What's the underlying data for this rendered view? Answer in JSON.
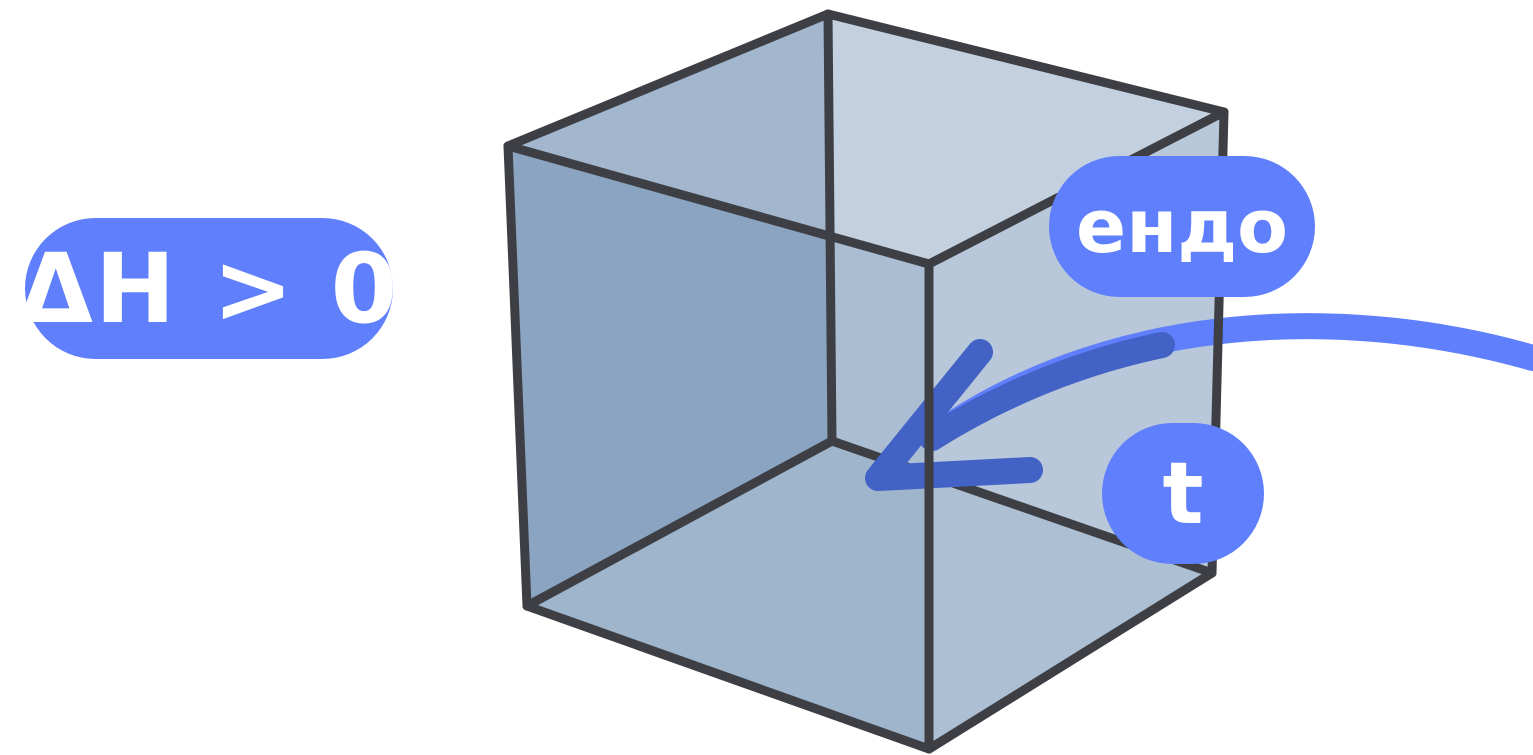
{
  "colors": {
    "outline": "#3d3f45",
    "face_left": "#8aa4c1",
    "face_back": "#9fb1c8",
    "face_top_left": "#b6c7d9",
    "face_top_right": "#d0dbe6",
    "face_front_right": "#a4b7cd",
    "face_floor": "#b8c9da",
    "face_bottom_right": "#c4d3e1",
    "accent": "#5f7ffc",
    "accent_overlap": "#4262c6",
    "label_text": "#ffffff"
  },
  "labels": {
    "enthalpy": "ΔH > 0",
    "process": "ендо",
    "heat_symbol": "t"
  },
  "icons": {
    "cube": "transparent-cube-icon",
    "heat_flow": "curved-arrow-into-cube-icon"
  }
}
